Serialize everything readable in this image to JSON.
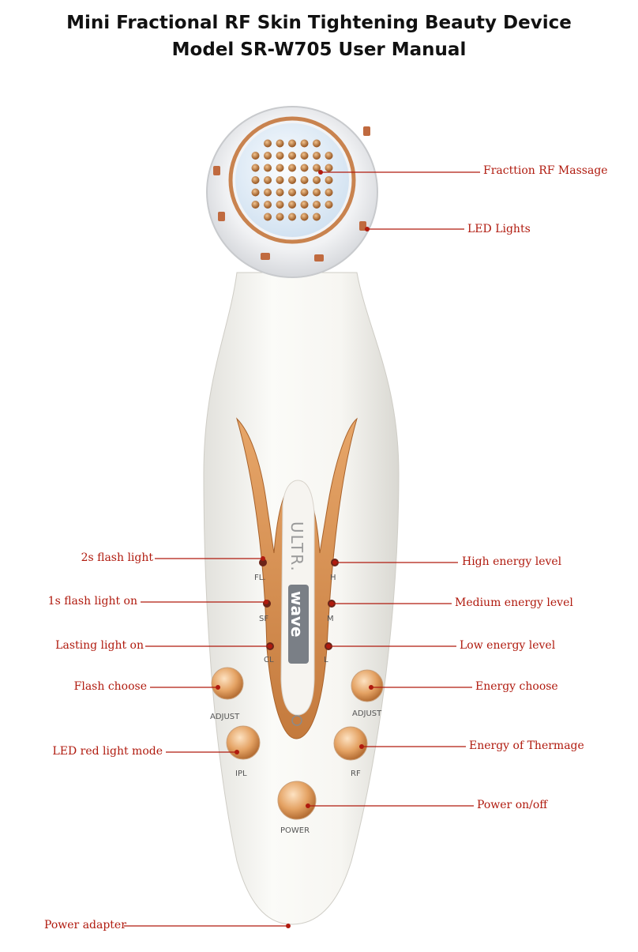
{
  "header": {
    "title_line1": "Mini Fractional RF Skin Tightening Beauty Device",
    "title_line2": "Model SR-W705  User Manual"
  },
  "colors": {
    "callout": "#b01a0e",
    "body": "#f4f3ef",
    "gold": "#d58c4e",
    "rim": "#c9834f"
  },
  "device": {
    "brand_top": "ULTR.",
    "brand_bottom": "wave",
    "indicators_left": [
      "FL.",
      "SF",
      "CL"
    ],
    "indicators_right": [
      "H",
      "M",
      "L"
    ],
    "button_labels": {
      "flash_adjust": "ADJUST",
      "energy_adjust": "ADJUST",
      "ipl": "IPL",
      "rf": "RF",
      "power": "POWER"
    }
  },
  "callouts": {
    "fraction_rf": "Fracttion RF Massage",
    "led_lights": "LED Lights",
    "flash_2s": "2s flash light",
    "flash_1s": "1s flash light on",
    "lasting": "Lasting light on",
    "flash_choose": "Flash choose",
    "led_red": "LED red light mode",
    "high": "High energy level",
    "medium": "Medium energy level",
    "low": "Low energy level",
    "energy_choose": "Energy choose",
    "thermage": "Energy of Thermage",
    "power": "Power on/off",
    "adapter": "Power adapter"
  }
}
